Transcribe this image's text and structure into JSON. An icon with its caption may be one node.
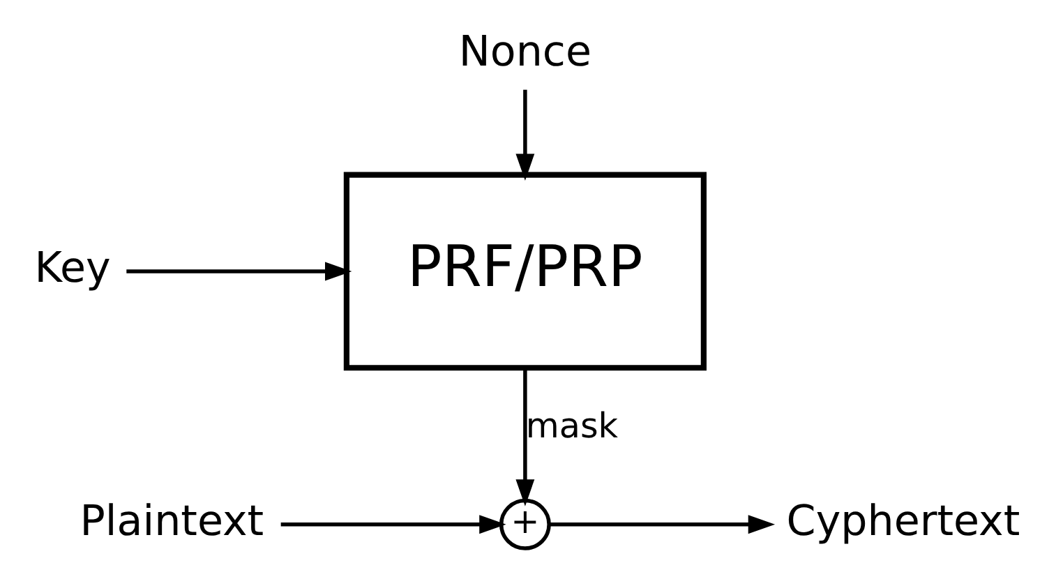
{
  "diagram": {
    "nodes": [
      {
        "text": [
          "Nonce"
        ]
      },
      {
        "text": [
          "Key"
        ]
      },
      {
        "text": [
          "PRF/PRP"
        ]
      },
      {
        "text": [
          "Plaintext"
        ]
      },
      {
        "text": [
          "+"
        ]
      },
      {
        "text": [
          "Cyphertext"
        ]
      }
    ],
    "edges": [
      {
        "from": 0,
        "to": 2,
        "arrow": "to"
      },
      {
        "from": 1,
        "to": 2,
        "arrow": "to"
      },
      {
        "from": 2,
        "to": 4,
        "arrow": "to",
        "label": "mask"
      },
      {
        "from": 3,
        "to": 4,
        "arrow": "to"
      },
      {
        "from": 4,
        "to": 5,
        "arrow": "to"
      }
    ]
  }
}
